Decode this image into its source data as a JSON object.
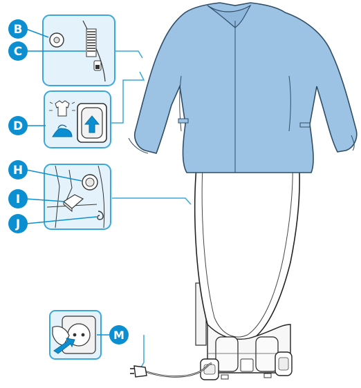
{
  "colors": {
    "badge": "#0b8fd1",
    "panel_border": "#3aa7dc",
    "panel_fill": "#e4f3fb",
    "jacket": "#9cc3e4",
    "jacket_outline": "#2f4d66",
    "board_fill": "#ffffff",
    "line": "#222222"
  },
  "callouts": [
    {
      "letter": "B",
      "target": "steam-button"
    },
    {
      "letter": "C",
      "target": "control-dial"
    },
    {
      "letter": "D",
      "target": "mode-switch"
    },
    {
      "letter": "H",
      "target": "water-connector"
    },
    {
      "letter": "I",
      "target": "release-latch"
    },
    {
      "letter": "J",
      "target": "hook"
    },
    {
      "letter": "M",
      "target": "power-plug"
    }
  ],
  "icons": {
    "garment_mode": "shirt-icon",
    "iron_mode": "iron-icon",
    "switch_direction": "arrow-up-icon",
    "socket": "wall-socket-icon"
  }
}
